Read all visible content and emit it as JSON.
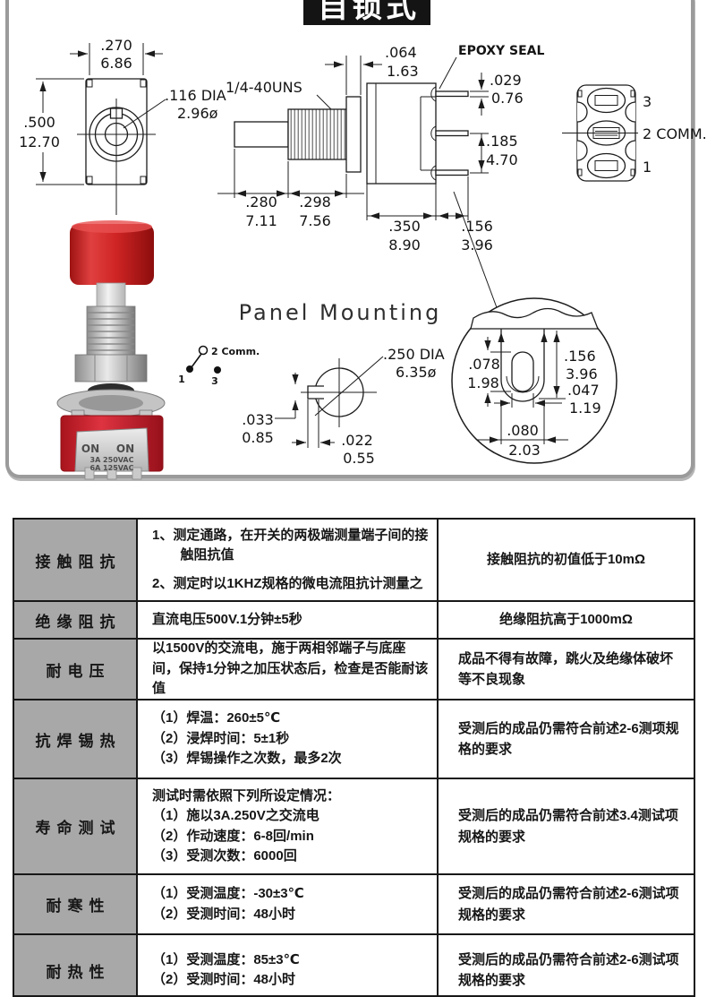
{
  "header": {
    "title": "自锁式"
  },
  "colors": {
    "accent_red": "#c81f26",
    "table_header_bg": "#a8a8a8",
    "frame_gray": "#9b9b9b"
  },
  "drawing": {
    "top_view": {
      "width_in": ".270",
      "width_mm": "6.86",
      "height_in": ".500",
      "height_mm": "12.70",
      "hole_l1": ".116 DIA",
      "hole_l2": "2.96ø"
    },
    "side_view": {
      "thread": "1/4-40UNS",
      "flange_in": ".064",
      "flange_mm": "1.63",
      "epoxy": "EPOXY SEAL",
      "pin_th_in": ".029",
      "pin_th_mm": "0.76",
      "pin_pitch_in": ".185",
      "pin_pitch_mm": "4.70",
      "shaft_in": ".280",
      "shaft_mm": "7.11",
      "thread_in": ".298",
      "thread_mm": "7.56",
      "body_in": ".350",
      "body_mm": "8.90",
      "pin_len_in": ".156",
      "pin_len_mm": "3.96"
    },
    "bottom_view": {
      "t3": "3",
      "t2": "2 COMM.",
      "t1": "1"
    },
    "schematic": {
      "comm": "2 Comm.",
      "p1": "1",
      "p3": "3"
    },
    "panel_mounting": {
      "title": "Panel Mounting",
      "hole_l1": ".250 DIA",
      "hole_l2": "6.35ø",
      "key_h_in": ".033",
      "key_h_mm": "0.85",
      "key_w_in": ".022",
      "key_w_mm": "0.55"
    },
    "detail": {
      "slot_h_in": ".078",
      "slot_h_mm": "1.98",
      "len_in": ".156",
      "len_mm": "3.96",
      "slot_w_in": ".047",
      "slot_w_mm": "1.19",
      "width_in": ".080",
      "width_mm": "2.03"
    },
    "photo": {
      "on_left": "ON",
      "on_right": "ON",
      "rating1": "3A 250VAC",
      "rating2": "6A 125VAC"
    }
  },
  "table": {
    "rows": [
      {
        "name": "接触阻抗",
        "method_lines": [
          "1、测定通路，在开关的两极端测量端子间的接触阻抗值",
          "2、测定时以1KHZ规格的微电流阻抗计测量之"
        ],
        "requirement": "接触阻抗的初值低于10mΩ"
      },
      {
        "name": "绝缘阻抗",
        "method_lines": [
          "直流电压500V.1分钟±5秒"
        ],
        "requirement": "绝缘阻抗高于1000mΩ"
      },
      {
        "name": "耐电压",
        "method_lines": [
          "以1500V的交流电，施于两相邻端子与底座间，保持1分钟之加压状态后，检查是否能耐该值"
        ],
        "requirement": "成品不得有故障，跳火及绝缘体破坏等不良现象"
      },
      {
        "name": "抗焊锡热",
        "method_lines": [
          "（1）焊温：260±5℃",
          "（2）浸焊时间：5±1秒",
          "（3）焊锡操作之次数，最多2次"
        ],
        "requirement": "受测后的成品仍需符合前述2-6测项规格的要求"
      },
      {
        "name": "寿命测试",
        "method_lines": [
          "测试时需依照下列所设定情况：",
          "（1）施以3A.250V之交流电",
          "（2）作动速度：6-8回/min",
          "（3）受测次数：6000回"
        ],
        "requirement": "受测后的成品仍需符合前述3.4测试项规格的要求"
      },
      {
        "name": "耐寒性",
        "method_lines": [
          "（1）受测温度：-30±3℃",
          "（2）受测时间：48小时"
        ],
        "requirement": "受测后的成品仍需符合前述2-6测试项规格的要求"
      },
      {
        "name": "耐热性",
        "method_lines": [
          "（1）受测温度：85±3℃",
          "（2）受测时间：48小时"
        ],
        "requirement": "受测后的成品仍需符合前述2-6测试项规格的要求"
      }
    ]
  }
}
